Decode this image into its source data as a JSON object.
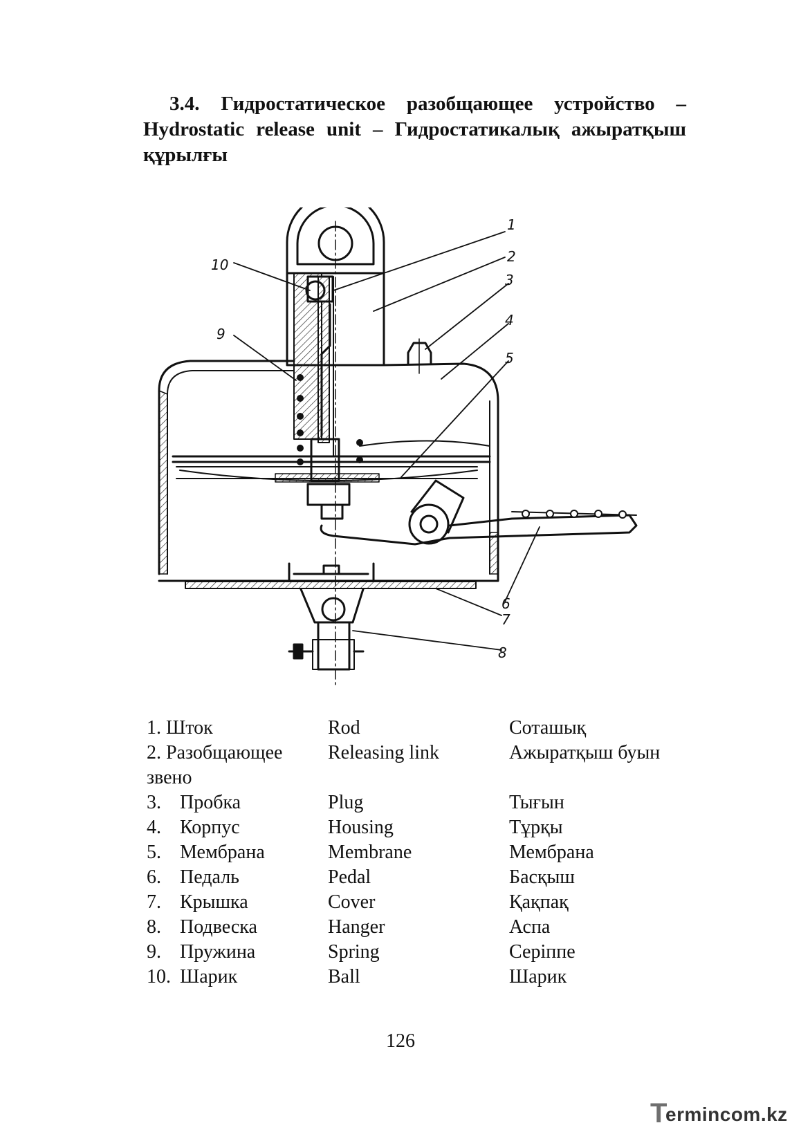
{
  "heading": {
    "line1": [
      "3.4.",
      "Гидростатическое",
      "разобщающее",
      "устройство",
      "–"
    ],
    "line2": [
      "Hydrostatic",
      "release",
      "unit",
      "–",
      "Гидростатикалық",
      "ажыратқыш"
    ],
    "line3": "құрылғы"
  },
  "figure": {
    "callouts": [
      "1",
      "2",
      "3",
      "4",
      "5",
      "6",
      "7",
      "8",
      "9",
      "10"
    ]
  },
  "legend": [
    {
      "num": "1.",
      "ru": "Шток",
      "en": "Rod",
      "kk": "Соташық"
    },
    {
      "num": "2.",
      "ru": "Разобщающее",
      "ru_cont": "звено",
      "en": "Releasing link",
      "kk": "Ажыратқыш буын"
    },
    {
      "num": "3.",
      "ru": "Пробка",
      "en": "Plug",
      "kk": "Тығын"
    },
    {
      "num": "4.",
      "ru": "Корпус",
      "en": "Housing",
      "kk": "Тұрқы"
    },
    {
      "num": "5.",
      "ru": "Мембрана",
      "en": "Membrane",
      "kk": "Мембрана"
    },
    {
      "num": "6.",
      "ru": "Педаль",
      "en": "Pedal",
      "kk": "Басқыш"
    },
    {
      "num": "7.",
      "ru": "Крышка",
      "en": "Cover",
      "kk": "Қақпақ"
    },
    {
      "num": "8.",
      "ru": "Подвеска",
      "en": "Hanger",
      "kk": "Аспа"
    },
    {
      "num": "9.",
      "ru": "Пружина",
      "en": "Spring",
      "kk": "Серіппе"
    },
    {
      "num": "10.",
      "ru": "Шарик",
      "en": "Ball",
      "kk": "Шарик"
    }
  ],
  "page_number": "126",
  "watermark": {
    "lead": "T",
    "text": "ermincom.kz"
  }
}
